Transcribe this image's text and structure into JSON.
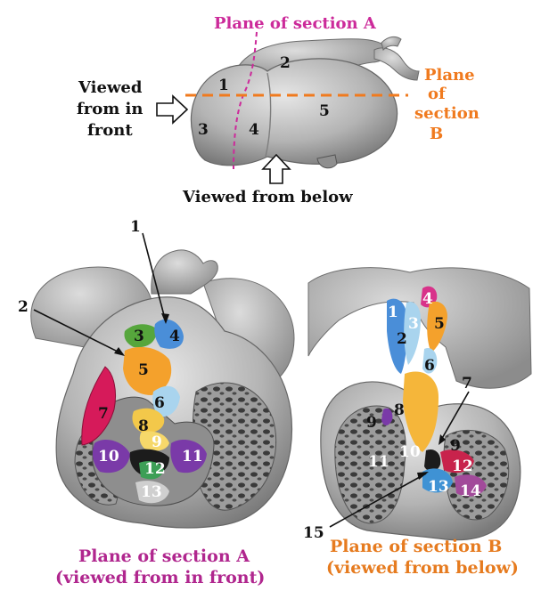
{
  "top": {
    "plane_a_label": "Plane of section A",
    "plane_b_line1": "Plane",
    "plane_b_line2": "of",
    "plane_b_line3": "section",
    "plane_b_line4": "B",
    "front_line1": "Viewed",
    "front_line2": "from in",
    "front_line3": "front",
    "below_label": "Viewed from below",
    "numbers": [
      "1",
      "2",
      "3",
      "4",
      "5"
    ]
  },
  "left": {
    "caption_line1": "Plane of section A",
    "caption_line2": "(viewed from in front)",
    "numbers": [
      "1",
      "2",
      "3",
      "4",
      "5",
      "6",
      "7",
      "8",
      "9",
      "10",
      "11",
      "12",
      "13"
    ]
  },
  "right": {
    "caption_line1": "Plane of section B",
    "caption_line2": "(viewed from below)",
    "numbers": [
      "1",
      "2",
      "3",
      "4",
      "5",
      "6",
      "7",
      "8",
      "9",
      "9",
      "10",
      "11",
      "12",
      "13",
      "14",
      "15"
    ]
  },
  "colors": {
    "plane_a": "#cc2a9a",
    "plane_b": "#f07a1e",
    "caption_a": "#b0268e",
    "caption_b": "#e67b1f",
    "heart_gray": "#b9b9b9"
  }
}
